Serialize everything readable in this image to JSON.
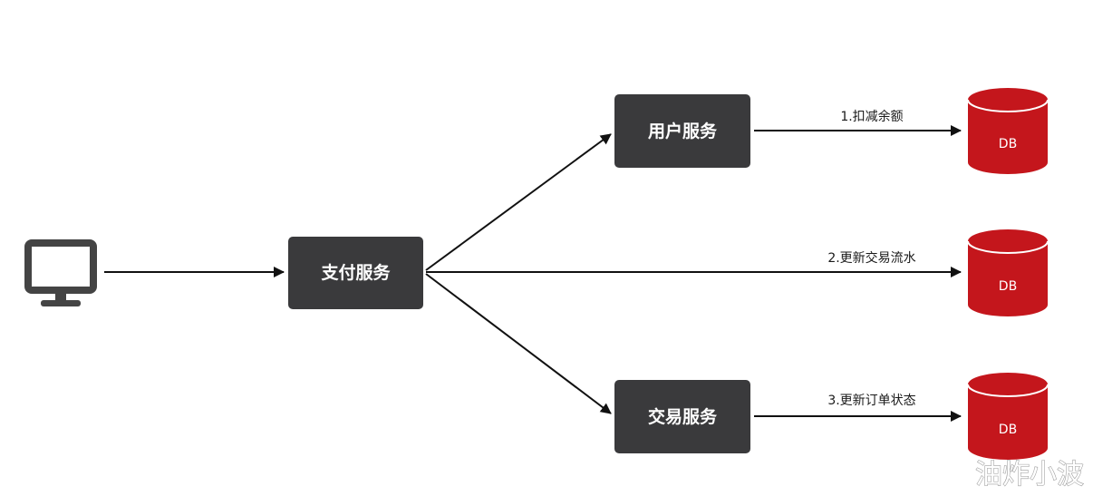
{
  "nodes": {
    "payment_service": "支付服务",
    "user_service": "用户服务",
    "trade_service": "交易服务"
  },
  "edges": {
    "deduct_balance": "1.扣减余额",
    "update_trade_flow": "2.更新交易流水",
    "update_order_status": "3.更新订单状态"
  },
  "databases": {
    "db1": "DB",
    "db2": "DB",
    "db3": "DB"
  },
  "watermark": "油炸小波",
  "colors": {
    "box": "#3a3a3c",
    "database": "#c4161c",
    "arrow": "#111111",
    "client_icon": "#444444"
  },
  "icons": {
    "client": "monitor-icon"
  }
}
